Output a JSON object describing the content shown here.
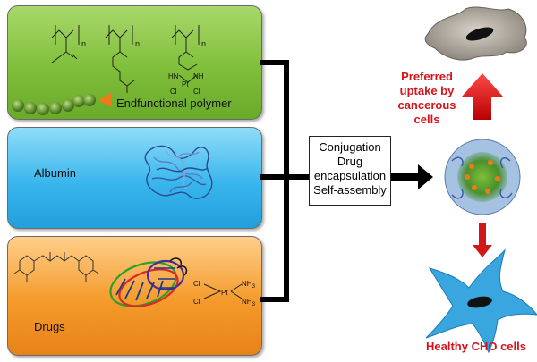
{
  "panels": {
    "polymer": {
      "label": "Endfunctional polymer",
      "color": "#7fbf3a"
    },
    "albumin": {
      "label": "Albumin",
      "color": "#3ab6ee"
    },
    "drugs": {
      "label": "Drugs",
      "color": "#f49a2a"
    }
  },
  "process": {
    "lines": [
      "Conjugation",
      "Drug",
      "encapsulation",
      "Self-assembly"
    ]
  },
  "outcomes": {
    "cancer_uptake": [
      "Preferred",
      "uptake by",
      "cancerous",
      "cells"
    ],
    "healthy": "Healthy CHO cells"
  },
  "chem_labels": {
    "n": "n",
    "pt": "Pt",
    "cl": "Cl",
    "hn": "HN",
    "nh": "NH",
    "nh3": "NH",
    "sub3": "3"
  },
  "colors": {
    "red": "#d4141c",
    "black": "#000000"
  }
}
